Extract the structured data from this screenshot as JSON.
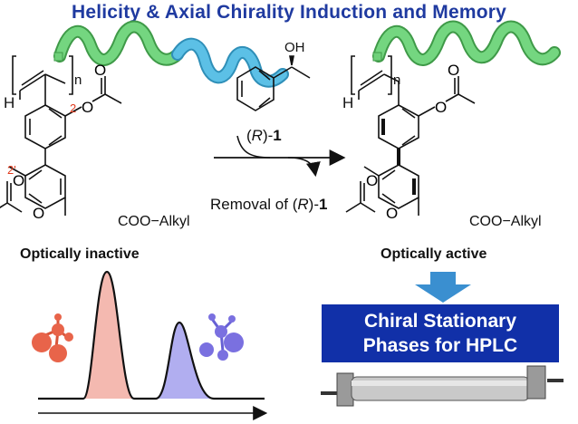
{
  "title": "Helicity & Axial Chirality Induction and Memory",
  "left_structure": {
    "h_label": "H",
    "n_label": "n",
    "pos2": "2",
    "pos2p": "2'",
    "ester": "COO−Alkyl"
  },
  "right_structure": {
    "h_label": "H",
    "n_label": "n",
    "ester": "COO−Alkyl"
  },
  "reagent": {
    "oh": "OH",
    "label_prefix": "(",
    "label_r": "R",
    "label_suffix": ")-",
    "label_num": "1"
  },
  "removal": {
    "prefix": "Removal of (",
    "r": "R",
    "suffix": ")-",
    "num": "1"
  },
  "labels": {
    "inactive": "Optically inactive",
    "active": "Optically active"
  },
  "box": {
    "line1": "Chiral Stationary",
    "line2": "Phases for HPLC"
  },
  "colors": {
    "title": "#1f3aa0",
    "helix_green": "#6fd07a",
    "helix_blue": "#58b6dc",
    "box": "#1130a8",
    "arrow": "#3a8fd0",
    "peak_red": "#f3b1a8",
    "peak_blue": "#a9a6ee",
    "mol_red": "#e8644a",
    "mol_blue": "#7a70e0"
  }
}
